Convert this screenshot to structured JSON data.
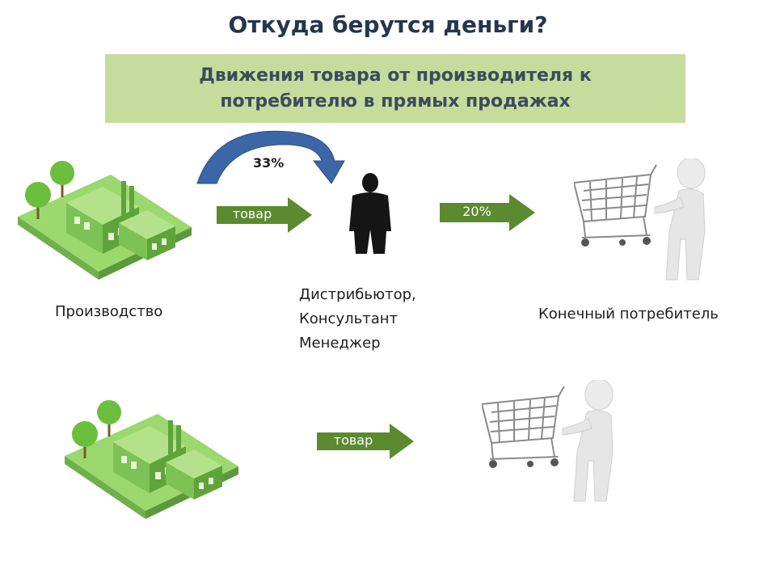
{
  "title": "Откуда берутся деньги?",
  "banner": {
    "line1": "Движения товара от производителя к",
    "line2": "потребителю в прямых продажах"
  },
  "top_row": {
    "producer_label": "Производство",
    "arrow1_label": "товар",
    "curve_percent": "33%",
    "middleman_lines": [
      "Дистрибьютор,",
      "Консультант",
      "Менеджер"
    ],
    "arrow2_label": "20%",
    "consumer_label": "Конечный потребитель"
  },
  "bottom_row": {
    "arrow_label": "товар"
  },
  "colors": {
    "banner": "#c5dc9c",
    "arrow_green": "#5b8a30",
    "curve_blue": "#3c67a6",
    "factory_green": "#7cc254"
  }
}
